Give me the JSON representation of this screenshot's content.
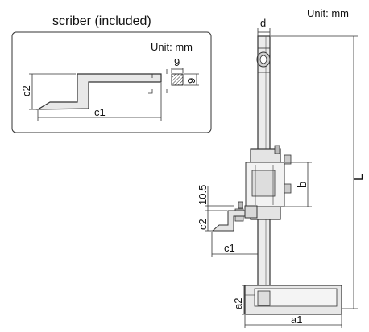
{
  "scriber": {
    "title": "scriber (included)",
    "unit": "Unit: mm",
    "dim_width": "9",
    "dim_height": "9",
    "dim_c1": "c1",
    "dim_c2": "c2"
  },
  "gauge": {
    "unit": "Unit: mm",
    "dim_d": "d",
    "dim_L": "L",
    "dim_b": "b",
    "dim_10_5": "10.5",
    "dim_c2": "c2",
    "dim_c1": "c1",
    "dim_a2": "a2",
    "dim_a1": "a1"
  }
}
